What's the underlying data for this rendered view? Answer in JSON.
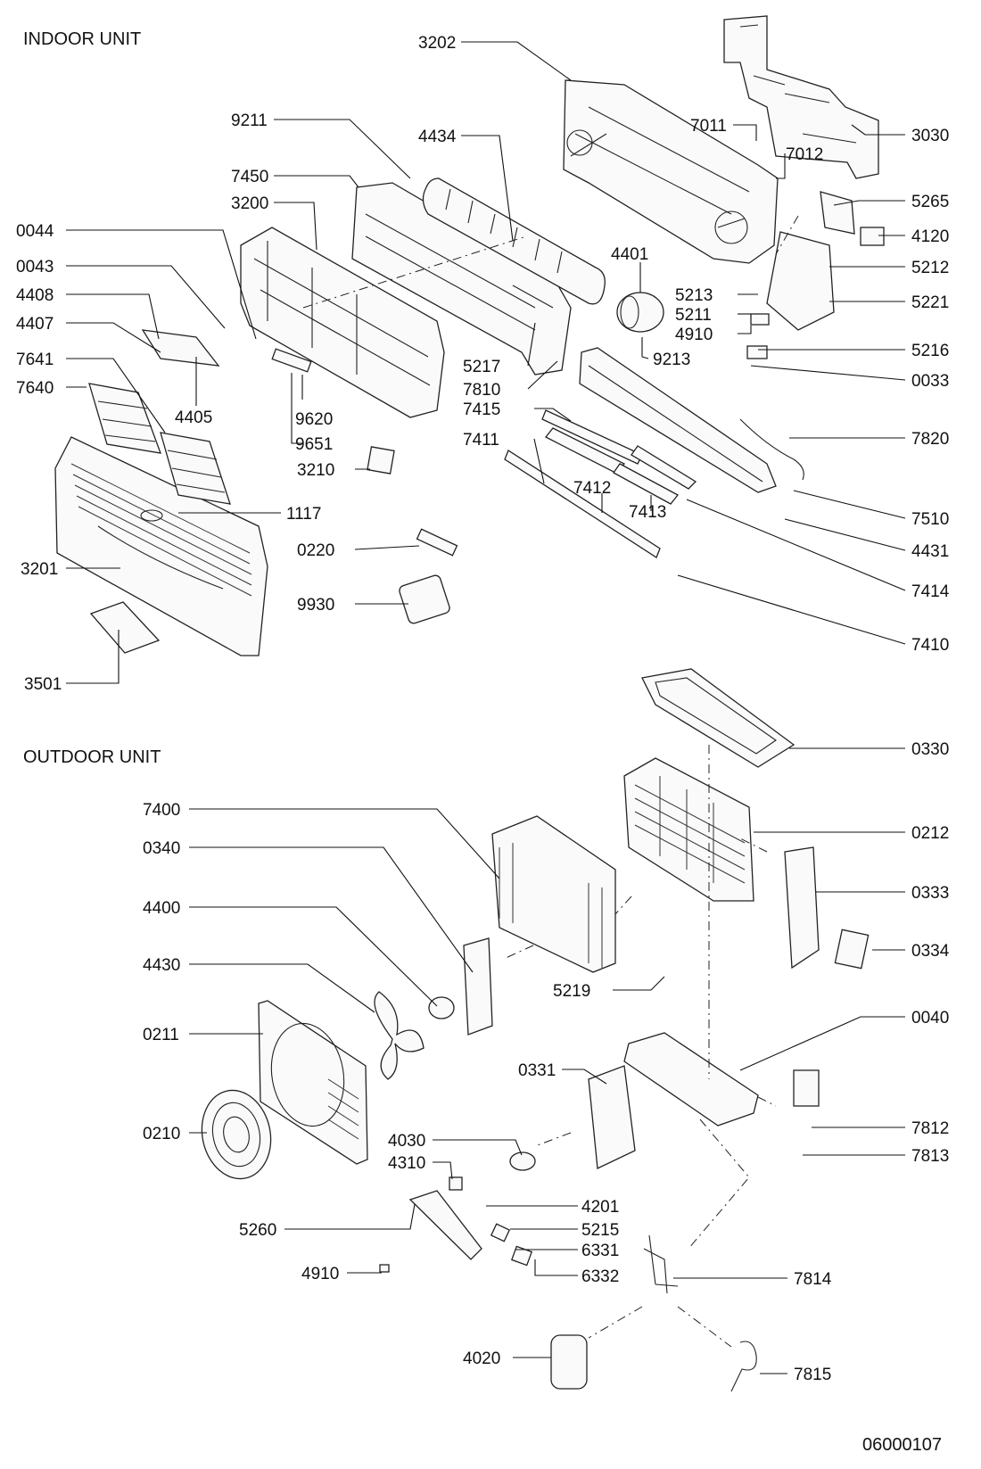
{
  "titles": {
    "indoor": "INDOOR UNIT",
    "outdoor": "OUTDOOR UNIT",
    "drawing_number": "06000107"
  },
  "indoor_parts": [
    "3202",
    "9211",
    "4434",
    "7011",
    "3030",
    "7450",
    "7012",
    "3200",
    "5265",
    "0044",
    "4120",
    "4401",
    "0043",
    "5212",
    "4408",
    "5213",
    "5221",
    "4407",
    "5211",
    "4910",
    "5216",
    "5217",
    "9213",
    "7641",
    "4405",
    "7810",
    "0033",
    "7640",
    "9620",
    "7415",
    "9651",
    "7820",
    "7411",
    "3210",
    "7412",
    "7413",
    "1117",
    "7510",
    "4431",
    "0220",
    "3201",
    "7414",
    "9930",
    "7410",
    "3501"
  ],
  "outdoor_parts": [
    "0330",
    "7400",
    "0212",
    "0340",
    "0333",
    "4400",
    "0334",
    "4430",
    "5219",
    "0211",
    "0040",
    "0331",
    "7812",
    "0210",
    "7813",
    "4030",
    "4310",
    "4201",
    "5260",
    "5215",
    "6331",
    "4910",
    "6332",
    "7814",
    "4020",
    "7815"
  ]
}
